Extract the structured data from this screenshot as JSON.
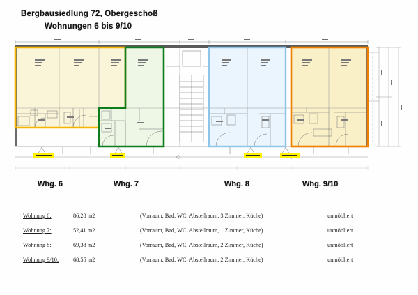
{
  "document": {
    "title_line1": "Bergbausiedlung 72, Obergeschoß",
    "title_line2": "Wohnungen 6 bis 9/10"
  },
  "plan": {
    "unit_labels": [
      {
        "label": "Whg. 6"
      },
      {
        "label": "Whg. 7"
      },
      {
        "label": "Whg. 8"
      },
      {
        "label": "Whg. 9/10"
      }
    ],
    "zone_colors": {
      "whg6": "#F4B400",
      "whg7": "#0E7D1E",
      "whg8": "#8FC4EA",
      "whg9": "#F08000"
    },
    "zone_fills": {
      "whg6": "#faf4d8",
      "whg7": "#eaf5e2",
      "whg8": "#e8f4fc",
      "whg9": "#faf0c8"
    },
    "highlight_color": "#FFF200",
    "annotations": [
      {
        "text": ""
      },
      {
        "text": ""
      },
      {
        "text": ""
      },
      {
        "text": ""
      }
    ]
  },
  "table": {
    "rows": [
      {
        "label": "Wohnung 6:",
        "area": "86,28 m2",
        "rooms": "(Vorraum, Bad, WC, Abstellraum, 3 Zimmer, Küche)",
        "furnishing": "unmöbliert"
      },
      {
        "label": "Wohnung 7:",
        "area": "52,41 m2",
        "rooms": "(Vorraum, Bad, WC, Abstellraum, 1 Zimmer, Küche)",
        "furnishing": "unmöbliert"
      },
      {
        "label": "Wohnung 8:",
        "area": "69,38 m2",
        "rooms": "(Vorraum, Bad, WC, Abstellraum, 2 Zimmer, Küche)",
        "furnishing": "unmöbliert"
      },
      {
        "label": "Wohnung 9/10:",
        "area": "68,55 m2",
        "rooms": "(Vorraum, Bad, WC, Abstellraum, 2 Zimmer, Küche)",
        "furnishing": "unmöbliert"
      }
    ]
  }
}
